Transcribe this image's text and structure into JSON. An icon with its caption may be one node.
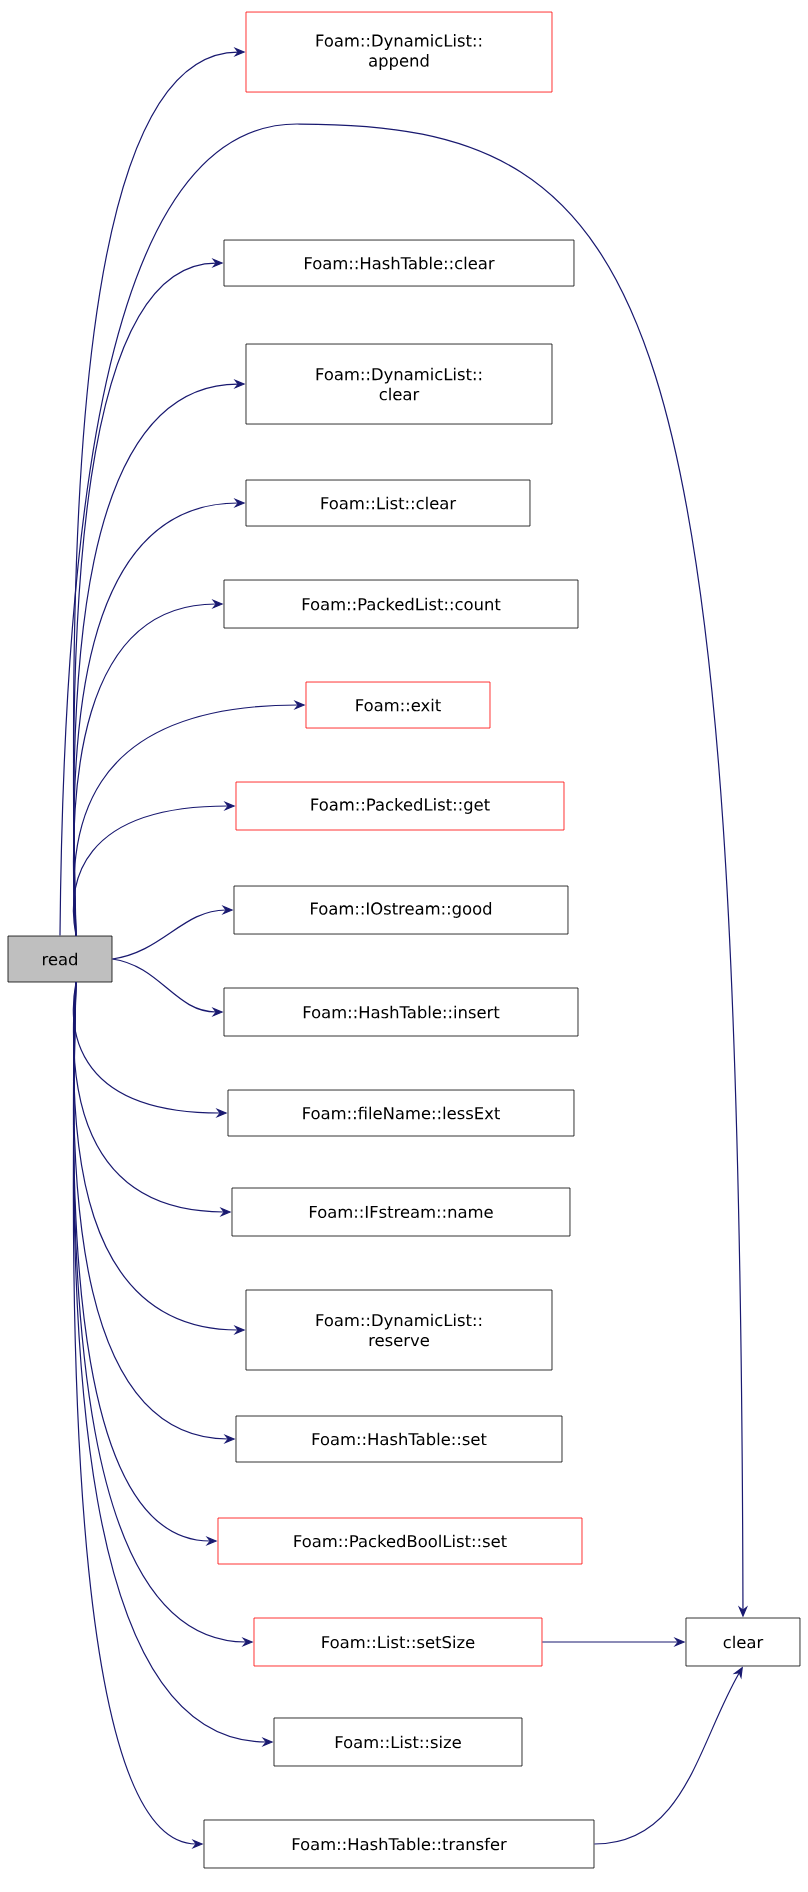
{
  "diagram": {
    "nodes": [
      {
        "text": [
          "read"
        ]
      },
      {
        "text": [
          "Foam::DynamicList:: append"
        ]
      },
      {
        "text": [
          "Foam::HashTable::clear"
        ]
      },
      {
        "text": [
          "Foam::DynamicList:: clear"
        ]
      },
      {
        "text": [
          "Foam::List::clear"
        ]
      },
      {
        "text": [
          "Foam::PackedList::count"
        ]
      },
      {
        "text": [
          "Foam::exit"
        ]
      },
      {
        "text": [
          "Foam::PackedList::get"
        ]
      },
      {
        "text": [
          "Foam::IOstream::good"
        ]
      },
      {
        "text": [
          "Foam::HashTable::insert"
        ]
      },
      {
        "text": [
          "Foam::fileName::lessExt"
        ]
      },
      {
        "text": [
          "Foam::IFstream::name"
        ]
      },
      {
        "text": [
          "Foam::DynamicList:: reserve"
        ]
      },
      {
        "text": [
          "Foam::HashTable::set"
        ]
      },
      {
        "text": [
          "Foam::PackedBoolList::set"
        ]
      },
      {
        "text": [
          "Foam::List::setSize"
        ]
      },
      {
        "text": [
          "clear"
        ]
      },
      {
        "text": [
          "Foam::List::size"
        ]
      },
      {
        "text": [
          "Foam::HashTable::transfer"
        ]
      }
    ],
    "edges": [
      {
        "from": 0,
        "to": 1,
        "arrow": "to"
      },
      {
        "from": 0,
        "to": 16,
        "arrow": "to"
      },
      {
        "from": 0,
        "to": 2,
        "arrow": "to"
      },
      {
        "from": 0,
        "to": 3,
        "arrow": "to"
      },
      {
        "from": 0,
        "to": 4,
        "arrow": "to"
      },
      {
        "from": 0,
        "to": 5,
        "arrow": "to"
      },
      {
        "from": 0,
        "to": 6,
        "arrow": "to"
      },
      {
        "from": 0,
        "to": 7,
        "arrow": "to"
      },
      {
        "from": 0,
        "to": 8,
        "arrow": "to"
      },
      {
        "from": 0,
        "to": 9,
        "arrow": "to"
      },
      {
        "from": 0,
        "to": 10,
        "arrow": "to"
      },
      {
        "from": 0,
        "to": 11,
        "arrow": "to"
      },
      {
        "from": 0,
        "to": 12,
        "arrow": "to"
      },
      {
        "from": 0,
        "to": 13,
        "arrow": "to"
      },
      {
        "from": 0,
        "to": 14,
        "arrow": "to"
      },
      {
        "from": 0,
        "to": 15,
        "arrow": "to"
      },
      {
        "from": 0,
        "to": 17,
        "arrow": "to"
      },
      {
        "from": 0,
        "to": 18,
        "arrow": "to"
      },
      {
        "from": 15,
        "to": 16,
        "arrow": "to"
      },
      {
        "from": 18,
        "to": 16,
        "arrow": "to"
      }
    ]
  }
}
